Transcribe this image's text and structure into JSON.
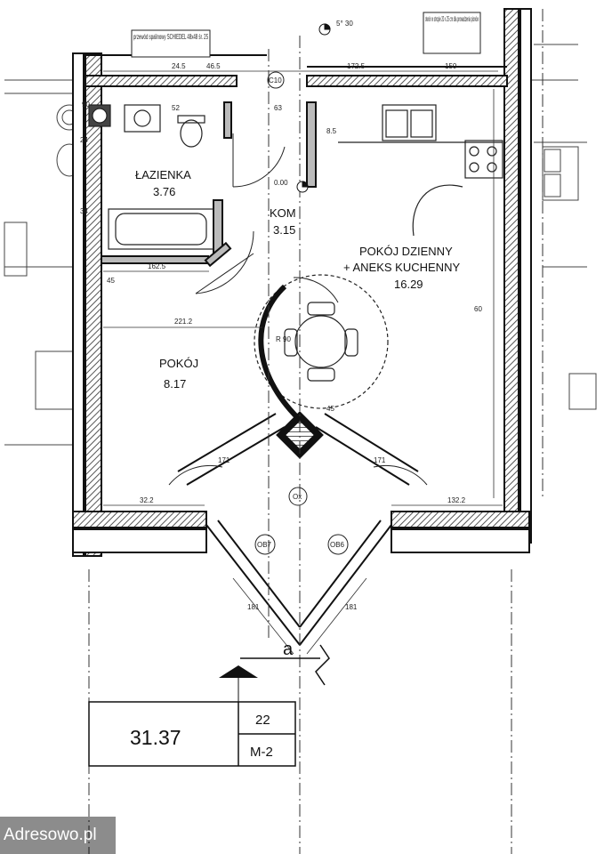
{
  "rooms": {
    "bathroom": {
      "name": "ŁAZIENKA",
      "area": "3.76"
    },
    "hall": {
      "name": "KOM",
      "area": "3.15"
    },
    "living_line1": "POKÓJ DZIENNY",
    "living_line2": "+ ANEKS KUCHENNY",
    "living_area": "16.29",
    "room": {
      "name": "POKÓJ",
      "area": "8.17"
    }
  },
  "dimensions": [
    "24.5",
    "46.5",
    "172.5",
    "150",
    "221.2",
    "162.5",
    "32.2",
    "132.2",
    "171",
    "171",
    "181",
    "181",
    "60",
    "R 90",
    "45",
    "52",
    "24",
    "63",
    "45",
    "8.5",
    "34",
    "90",
    "5° 30",
    "0.00"
  ],
  "markers": {
    "ob7": "OB7",
    "ob6": "OB6",
    "ox": "Ox",
    "section": "a",
    "c10": "C10"
  },
  "notes": {
    "top_left": "przewód spalinowy SCHIEDEL 48x48 śr. 25",
    "top_right": "otwór w stropie 20 x 25 cm dla prowadzenia pionów"
  },
  "legend": {
    "area": "31.37",
    "number": "22",
    "type": "M-2"
  },
  "watermark": "Adresowo.pl",
  "colors": {
    "wall": "#111111",
    "hatch": "#6a6a6a",
    "line": "#333333"
  }
}
